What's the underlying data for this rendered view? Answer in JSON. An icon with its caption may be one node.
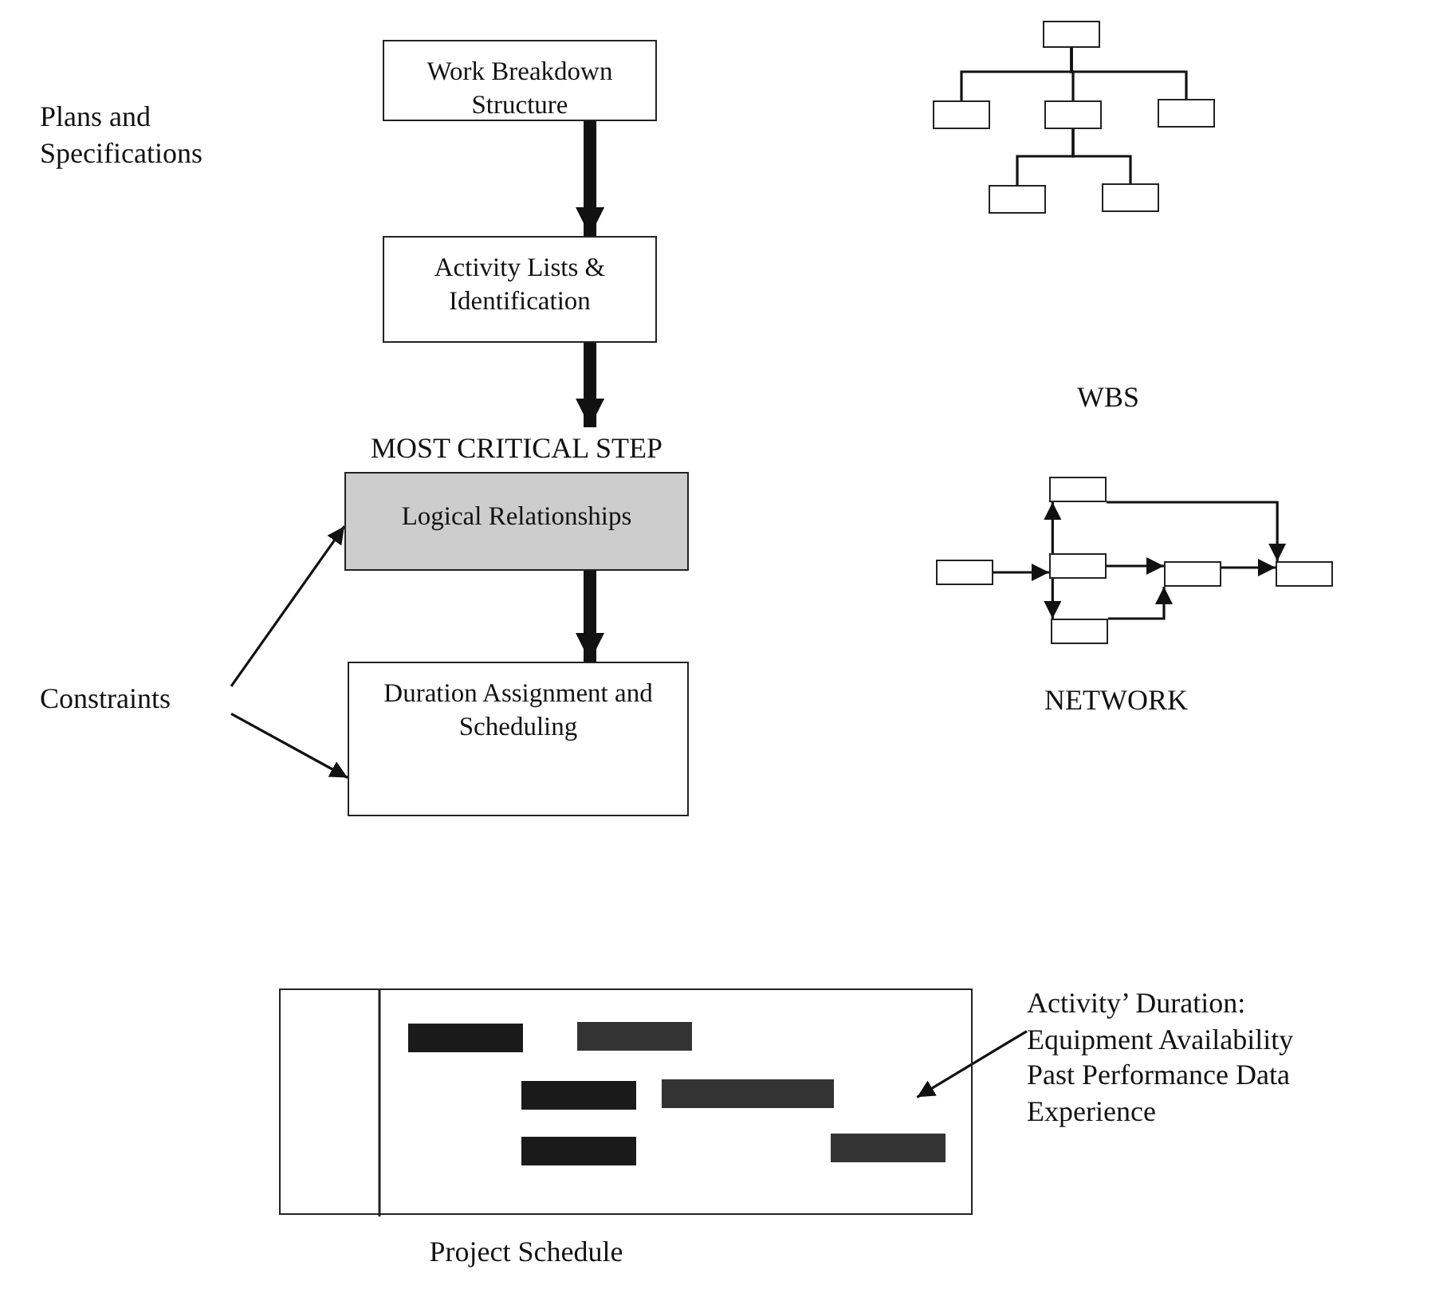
{
  "diagram": {
    "nodes": [
      {
        "text": [
          "Work Breakdown Structure"
        ]
      },
      {
        "text": [
          "Activity Lists & Identification"
        ]
      },
      {
        "text": [
          "Logical Relationships"
        ],
        "beside": [
          "MOST CRITICAL STEP"
        ]
      },
      {
        "text": [
          "Duration Assignment and Scheduling"
        ]
      },
      {
        "text": [
          "Constraints"
        ]
      },
      {
        "text": [],
        "shape": "box",
        "beside": [
          "Project Schedule"
        ]
      },
      {
        "text": [
          "Activity’ Duration:",
          "Equipment Availability",
          "Past Performance Data",
          "Experience"
        ]
      },
      {
        "text": [],
        "shape": "box"
      },
      {
        "text": [],
        "shape": "box"
      },
      {
        "text": [],
        "shape": "box"
      },
      {
        "text": [],
        "shape": "box"
      },
      {
        "text": [],
        "shape": "box"
      },
      {
        "text": [],
        "shape": "box"
      },
      {
        "text": [],
        "shape": "box"
      },
      {
        "text": [],
        "shape": "box"
      },
      {
        "text": [],
        "shape": "box"
      },
      {
        "text": [],
        "shape": "box"
      },
      {
        "text": [],
        "shape": "box"
      },
      {
        "text": [],
        "shape": "box"
      }
    ],
    "edges": [
      {
        "from": 0,
        "to": 1,
        "arrow": "to",
        "style": "thick"
      },
      {
        "from": 1,
        "to": 2,
        "arrow": "to",
        "style": "thick"
      },
      {
        "from": 2,
        "to": 3,
        "arrow": "to",
        "style": "thick"
      },
      {
        "from": 4,
        "to": 2,
        "arrow": "to"
      },
      {
        "from": 4,
        "to": 3,
        "arrow": "to"
      },
      {
        "from": 7,
        "to": 8,
        "arrow": "none"
      },
      {
        "from": 7,
        "to": 9,
        "arrow": "none"
      },
      {
        "from": 7,
        "to": 10,
        "arrow": "none"
      },
      {
        "from": 9,
        "to": 11,
        "arrow": "none"
      },
      {
        "from": 9,
        "to": 12,
        "arrow": "none"
      },
      {
        "from": 14,
        "to": 15,
        "arrow": "to"
      },
      {
        "from": 15,
        "to": 13,
        "arrow": "to"
      },
      {
        "from": 15,
        "to": 16,
        "arrow": "to"
      },
      {
        "from": 13,
        "to": 18,
        "arrow": "to"
      },
      {
        "from": 15,
        "to": 17,
        "arrow": "to"
      },
      {
        "from": 16,
        "to": 17,
        "arrow": "to"
      },
      {
        "from": 17,
        "to": 18,
        "arrow": "to"
      },
      {
        "from": 6,
        "to": 5,
        "arrow": "to"
      }
    ],
    "labels": [
      "Plans and Specifications",
      "WBS",
      "NETWORK"
    ]
  }
}
